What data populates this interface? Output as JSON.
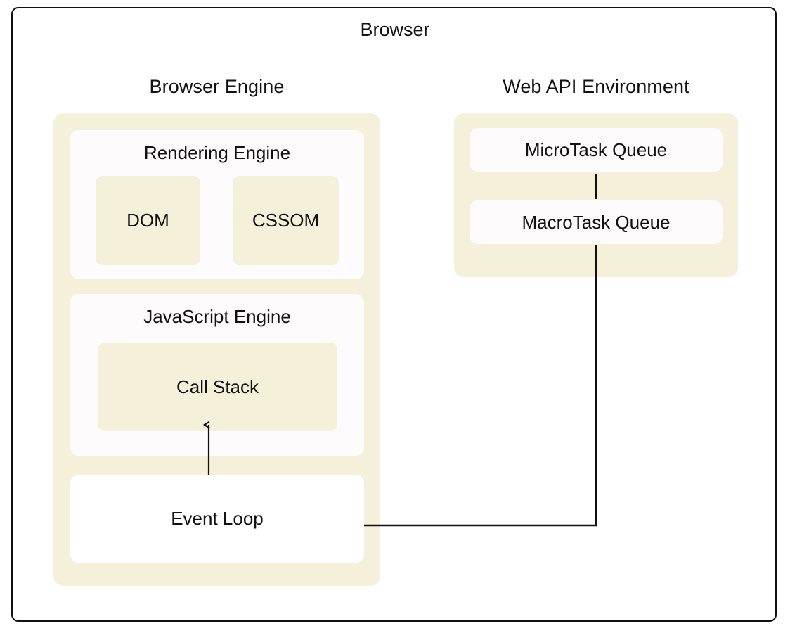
{
  "diagram": {
    "title": "Browser",
    "type": "architecture-block-diagram",
    "colors": {
      "panel_fill": "#F5F0DA",
      "card_fill": "#FEFBFC",
      "event_loop_fill": "#FFFFFF",
      "leaf_fill": "#F5F0DA",
      "border": "#111111",
      "text": "#111111",
      "background": "#FFFFFF"
    },
    "groups": {
      "browser_engine": {
        "label": "Browser Engine",
        "rendering_engine": {
          "label": "Rendering Engine",
          "children": [
            {
              "label": "DOM"
            },
            {
              "label": "CSSOM"
            }
          ]
        },
        "javascript_engine": {
          "label": "JavaScript Engine",
          "children": [
            {
              "label": "Call Stack"
            }
          ]
        },
        "event_loop": {
          "label": "Event Loop"
        }
      },
      "web_api_environment": {
        "label": "Web API Environment",
        "queues": [
          {
            "label": "MicroTask Queue"
          },
          {
            "label": "MacroTask Queue"
          }
        ]
      }
    },
    "connectors": [
      {
        "name": "event-loop-to-call-stack",
        "from": "Event Loop",
        "to": "Call Stack",
        "style": "arrow-up"
      },
      {
        "name": "microtask-to-macrotask",
        "from": "MicroTask Queue",
        "to": "MacroTask Queue",
        "style": "line"
      },
      {
        "name": "macrotask-to-event-loop",
        "from": "MacroTask Queue",
        "to": "Event Loop",
        "style": "elbow-line"
      }
    ]
  }
}
